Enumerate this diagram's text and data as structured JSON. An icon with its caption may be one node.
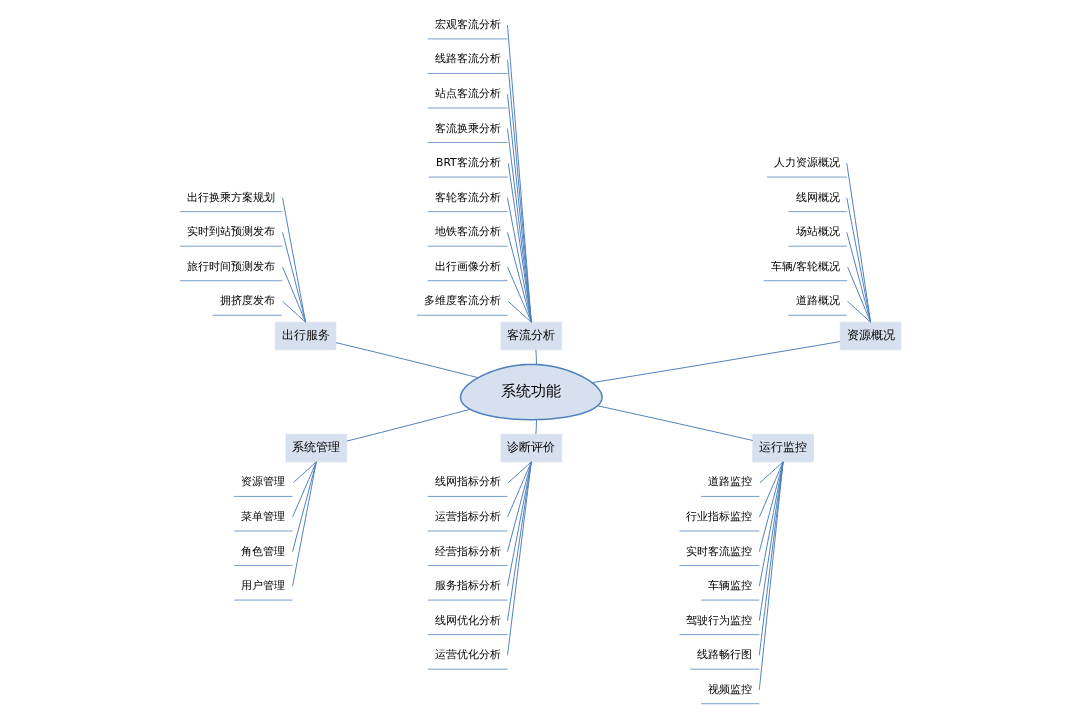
{
  "diagram": {
    "nodes": [
      {
        "text": [
          "系统功能"
        ]
      },
      {
        "text": [
          "出行服务"
        ]
      },
      {
        "text": [
          "客流分析"
        ]
      },
      {
        "text": [
          "资源概况"
        ]
      },
      {
        "text": [
          "系统管理"
        ]
      },
      {
        "text": [
          "诊断评价"
        ]
      },
      {
        "text": [
          "运行监控"
        ]
      },
      {
        "text": [
          "出行换乘方案规划"
        ]
      },
      {
        "text": [
          "实时到站预测发布"
        ]
      },
      {
        "text": [
          "旅行时间预测发布"
        ]
      },
      {
        "text": [
          "拥挤度发布"
        ]
      },
      {
        "text": [
          "宏观客流分析"
        ]
      },
      {
        "text": [
          "线路客流分析"
        ]
      },
      {
        "text": [
          "站点客流分析"
        ]
      },
      {
        "text": [
          "客流换乘分析"
        ]
      },
      {
        "text": [
          "BRT客流分析"
        ]
      },
      {
        "text": [
          "客轮客流分析"
        ]
      },
      {
        "text": [
          "地铁客流分析"
        ]
      },
      {
        "text": [
          "出行画像分析"
        ]
      },
      {
        "text": [
          "多维度客流分析"
        ]
      },
      {
        "text": [
          "人力资源概况"
        ]
      },
      {
        "text": [
          "线网概况"
        ]
      },
      {
        "text": [
          "场站概况"
        ]
      },
      {
        "text": [
          "车辆/客轮概况"
        ]
      },
      {
        "text": [
          "道路概况"
        ]
      },
      {
        "text": [
          "资源管理"
        ]
      },
      {
        "text": [
          "菜单管理"
        ]
      },
      {
        "text": [
          "角色管理"
        ]
      },
      {
        "text": [
          "用户管理"
        ]
      },
      {
        "text": [
          "线网指标分析"
        ]
      },
      {
        "text": [
          "运营指标分析"
        ]
      },
      {
        "text": [
          "经营指标分析"
        ]
      },
      {
        "text": [
          "服务指标分析"
        ]
      },
      {
        "text": [
          "线网优化分析"
        ]
      },
      {
        "text": [
          "运营优化分析"
        ]
      },
      {
        "text": [
          "道路监控"
        ]
      },
      {
        "text": [
          "行业指标监控"
        ]
      },
      {
        "text": [
          "实时客流监控"
        ]
      },
      {
        "text": [
          "车辆监控"
        ]
      },
      {
        "text": [
          "驾驶行为监控"
        ]
      },
      {
        "text": [
          "线路畅行图"
        ]
      },
      {
        "text": [
          "视频监控"
        ]
      }
    ],
    "edges": [
      {
        "from": 1,
        "to": 0,
        "arrow": "none"
      },
      {
        "from": 2,
        "to": 0,
        "arrow": "none"
      },
      {
        "from": 3,
        "to": 0,
        "arrow": "none"
      },
      {
        "from": 4,
        "to": 0,
        "arrow": "none"
      },
      {
        "from": 5,
        "to": 0,
        "arrow": "none"
      },
      {
        "from": 6,
        "to": 0,
        "arrow": "none"
      },
      {
        "from": 7,
        "to": 1,
        "arrow": "none"
      },
      {
        "from": 8,
        "to": 1,
        "arrow": "none"
      },
      {
        "from": 9,
        "to": 1,
        "arrow": "none"
      },
      {
        "from": 10,
        "to": 1,
        "arrow": "none"
      },
      {
        "from": 11,
        "to": 2,
        "arrow": "none"
      },
      {
        "from": 12,
        "to": 2,
        "arrow": "none"
      },
      {
        "from": 13,
        "to": 2,
        "arrow": "none"
      },
      {
        "from": 14,
        "to": 2,
        "arrow": "none"
      },
      {
        "from": 15,
        "to": 2,
        "arrow": "none"
      },
      {
        "from": 16,
        "to": 2,
        "arrow": "none"
      },
      {
        "from": 17,
        "to": 2,
        "arrow": "none"
      },
      {
        "from": 18,
        "to": 2,
        "arrow": "none"
      },
      {
        "from": 19,
        "to": 2,
        "arrow": "none"
      },
      {
        "from": 20,
        "to": 3,
        "arrow": "none"
      },
      {
        "from": 21,
        "to": 3,
        "arrow": "none"
      },
      {
        "from": 22,
        "to": 3,
        "arrow": "none"
      },
      {
        "from": 23,
        "to": 3,
        "arrow": "none"
      },
      {
        "from": 24,
        "to": 3,
        "arrow": "none"
      },
      {
        "from": 25,
        "to": 4,
        "arrow": "none"
      },
      {
        "from": 26,
        "to": 4,
        "arrow": "none"
      },
      {
        "from": 27,
        "to": 4,
        "arrow": "none"
      },
      {
        "from": 28,
        "to": 4,
        "arrow": "none"
      },
      {
        "from": 29,
        "to": 5,
        "arrow": "none"
      },
      {
        "from": 30,
        "to": 5,
        "arrow": "none"
      },
      {
        "from": 31,
        "to": 5,
        "arrow": "none"
      },
      {
        "from": 32,
        "to": 5,
        "arrow": "none"
      },
      {
        "from": 33,
        "to": 5,
        "arrow": "none"
      },
      {
        "from": 34,
        "to": 5,
        "arrow": "none"
      },
      {
        "from": 35,
        "to": 6,
        "arrow": "none"
      },
      {
        "from": 36,
        "to": 6,
        "arrow": "none"
      },
      {
        "from": 37,
        "to": 6,
        "arrow": "none"
      },
      {
        "from": 38,
        "to": 6,
        "arrow": "none"
      },
      {
        "from": 39,
        "to": 6,
        "arrow": "none"
      },
      {
        "from": 40,
        "to": 6,
        "arrow": "none"
      },
      {
        "from": 41,
        "to": 6,
        "arrow": "none"
      }
    ]
  }
}
